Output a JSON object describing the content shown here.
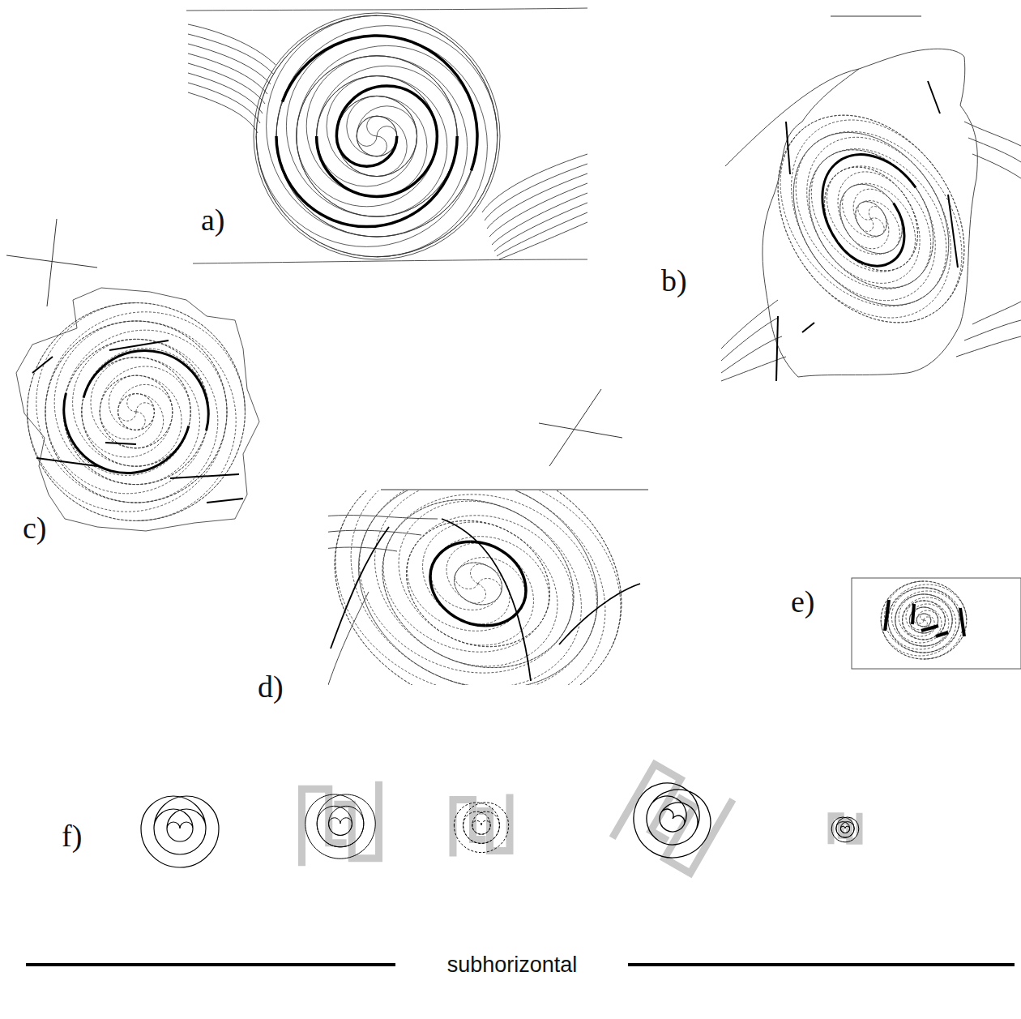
{
  "diagram": {
    "labels": [
      "a)",
      "b)",
      "c)",
      "d)",
      "e)",
      "f)",
      "subhorizontal"
    ]
  }
}
